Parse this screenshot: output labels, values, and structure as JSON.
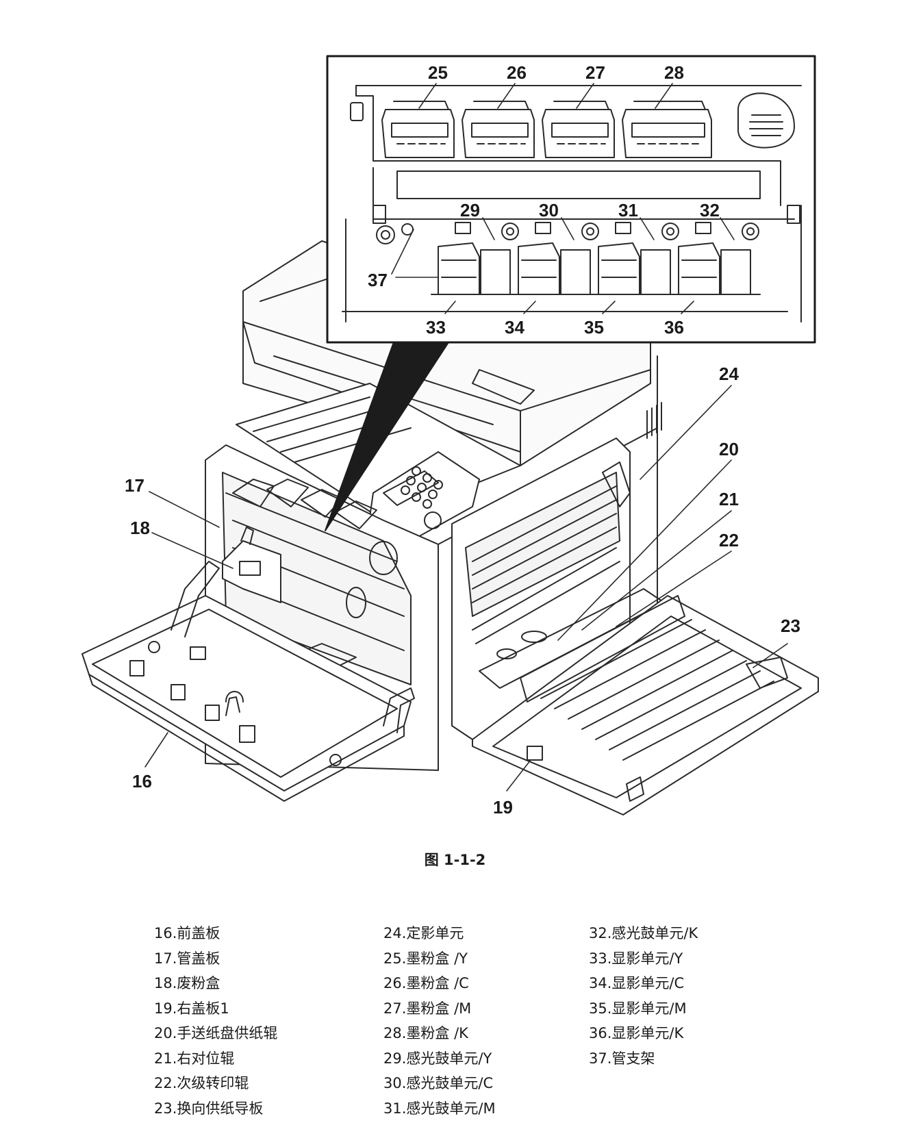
{
  "callouts": {
    "c16": "16",
    "c17": "17",
    "c18": "18",
    "c19": "19",
    "c20": "20",
    "c21": "21",
    "c22": "22",
    "c23": "23",
    "c24": "24",
    "c25": "25",
    "c26": "26",
    "c27": "27",
    "c28": "28",
    "c29": "29",
    "c30": "30",
    "c31": "31",
    "c32": "32",
    "c33": "33",
    "c34": "34",
    "c35": "35",
    "c36": "36",
    "c37": "37"
  },
  "caption": "图 1-1-2",
  "legend": {
    "col1": [
      "16.前盖板",
      "17.管盖板",
      "18.废粉盒",
      "19.右盖板1",
      "20.手送纸盘供纸辊",
      "21.右对位辊",
      "22.次级转印辊",
      "23.换向供纸导板"
    ],
    "col2": [
      "24.定影单元",
      "25.墨粉盒 /Y",
      "26.墨粉盒 /C",
      "27.墨粉盒 /M",
      "28.墨粉盒 /K",
      "29.感光鼓单元/Y",
      "30.感光鼓单元/C",
      "31.感光鼓单元/M"
    ],
    "col3": [
      "32.感光鼓单元/K",
      "33.显影单元/Y",
      "34.显影单元/C",
      "35.显影单元/M",
      "36.显影单元/K",
      "37.管支架"
    ]
  }
}
